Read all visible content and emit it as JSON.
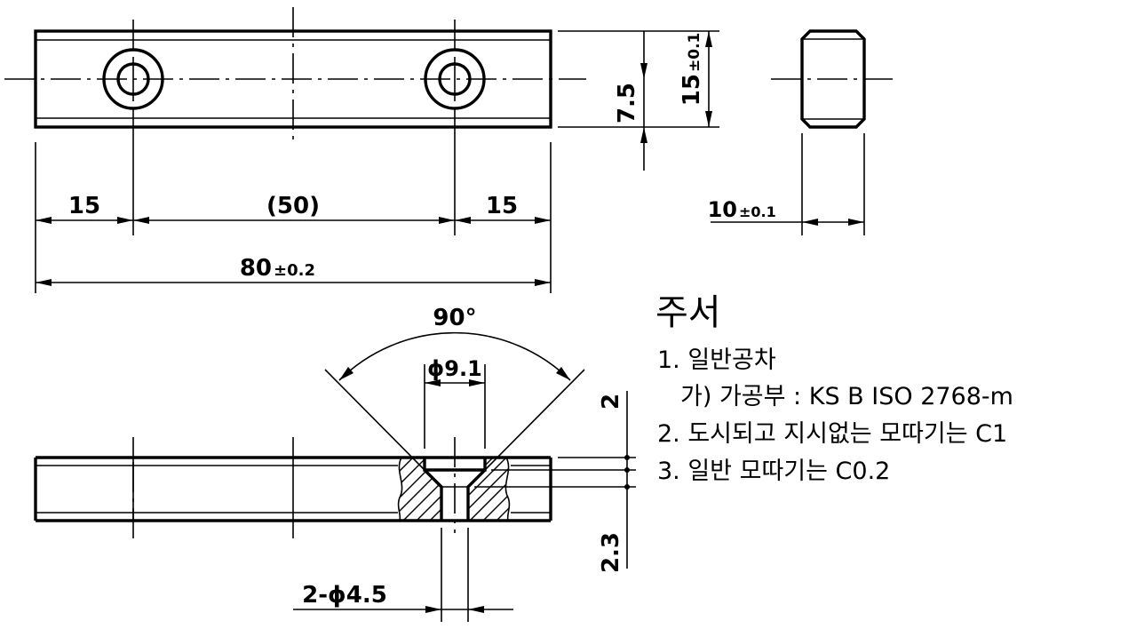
{
  "dimensions": {
    "left_15": "15",
    "middle_50": "(50)",
    "right_15": "15",
    "overall_80": "80",
    "overall_80_tol": "±0.2",
    "height_7_5": "7.5",
    "height_15": "15",
    "height_15_tol": "±0.1",
    "width_10": "10",
    "width_10_tol": "±0.1",
    "angle_90": "90°",
    "dia_9_1": "ϕ9.1",
    "depth_2": "2",
    "depth_2_3": "2.3",
    "holes_4_5": "2-ϕ4.5"
  },
  "notes": {
    "title": "주서",
    "item1": "1. 일반공차",
    "item1a": "가) 가공부 : KS B ISO 2768-m",
    "item2": "2. 도시되고 지시없는 모따기는 C1",
    "item3": "3. 일반 모따기는 C0.2"
  }
}
